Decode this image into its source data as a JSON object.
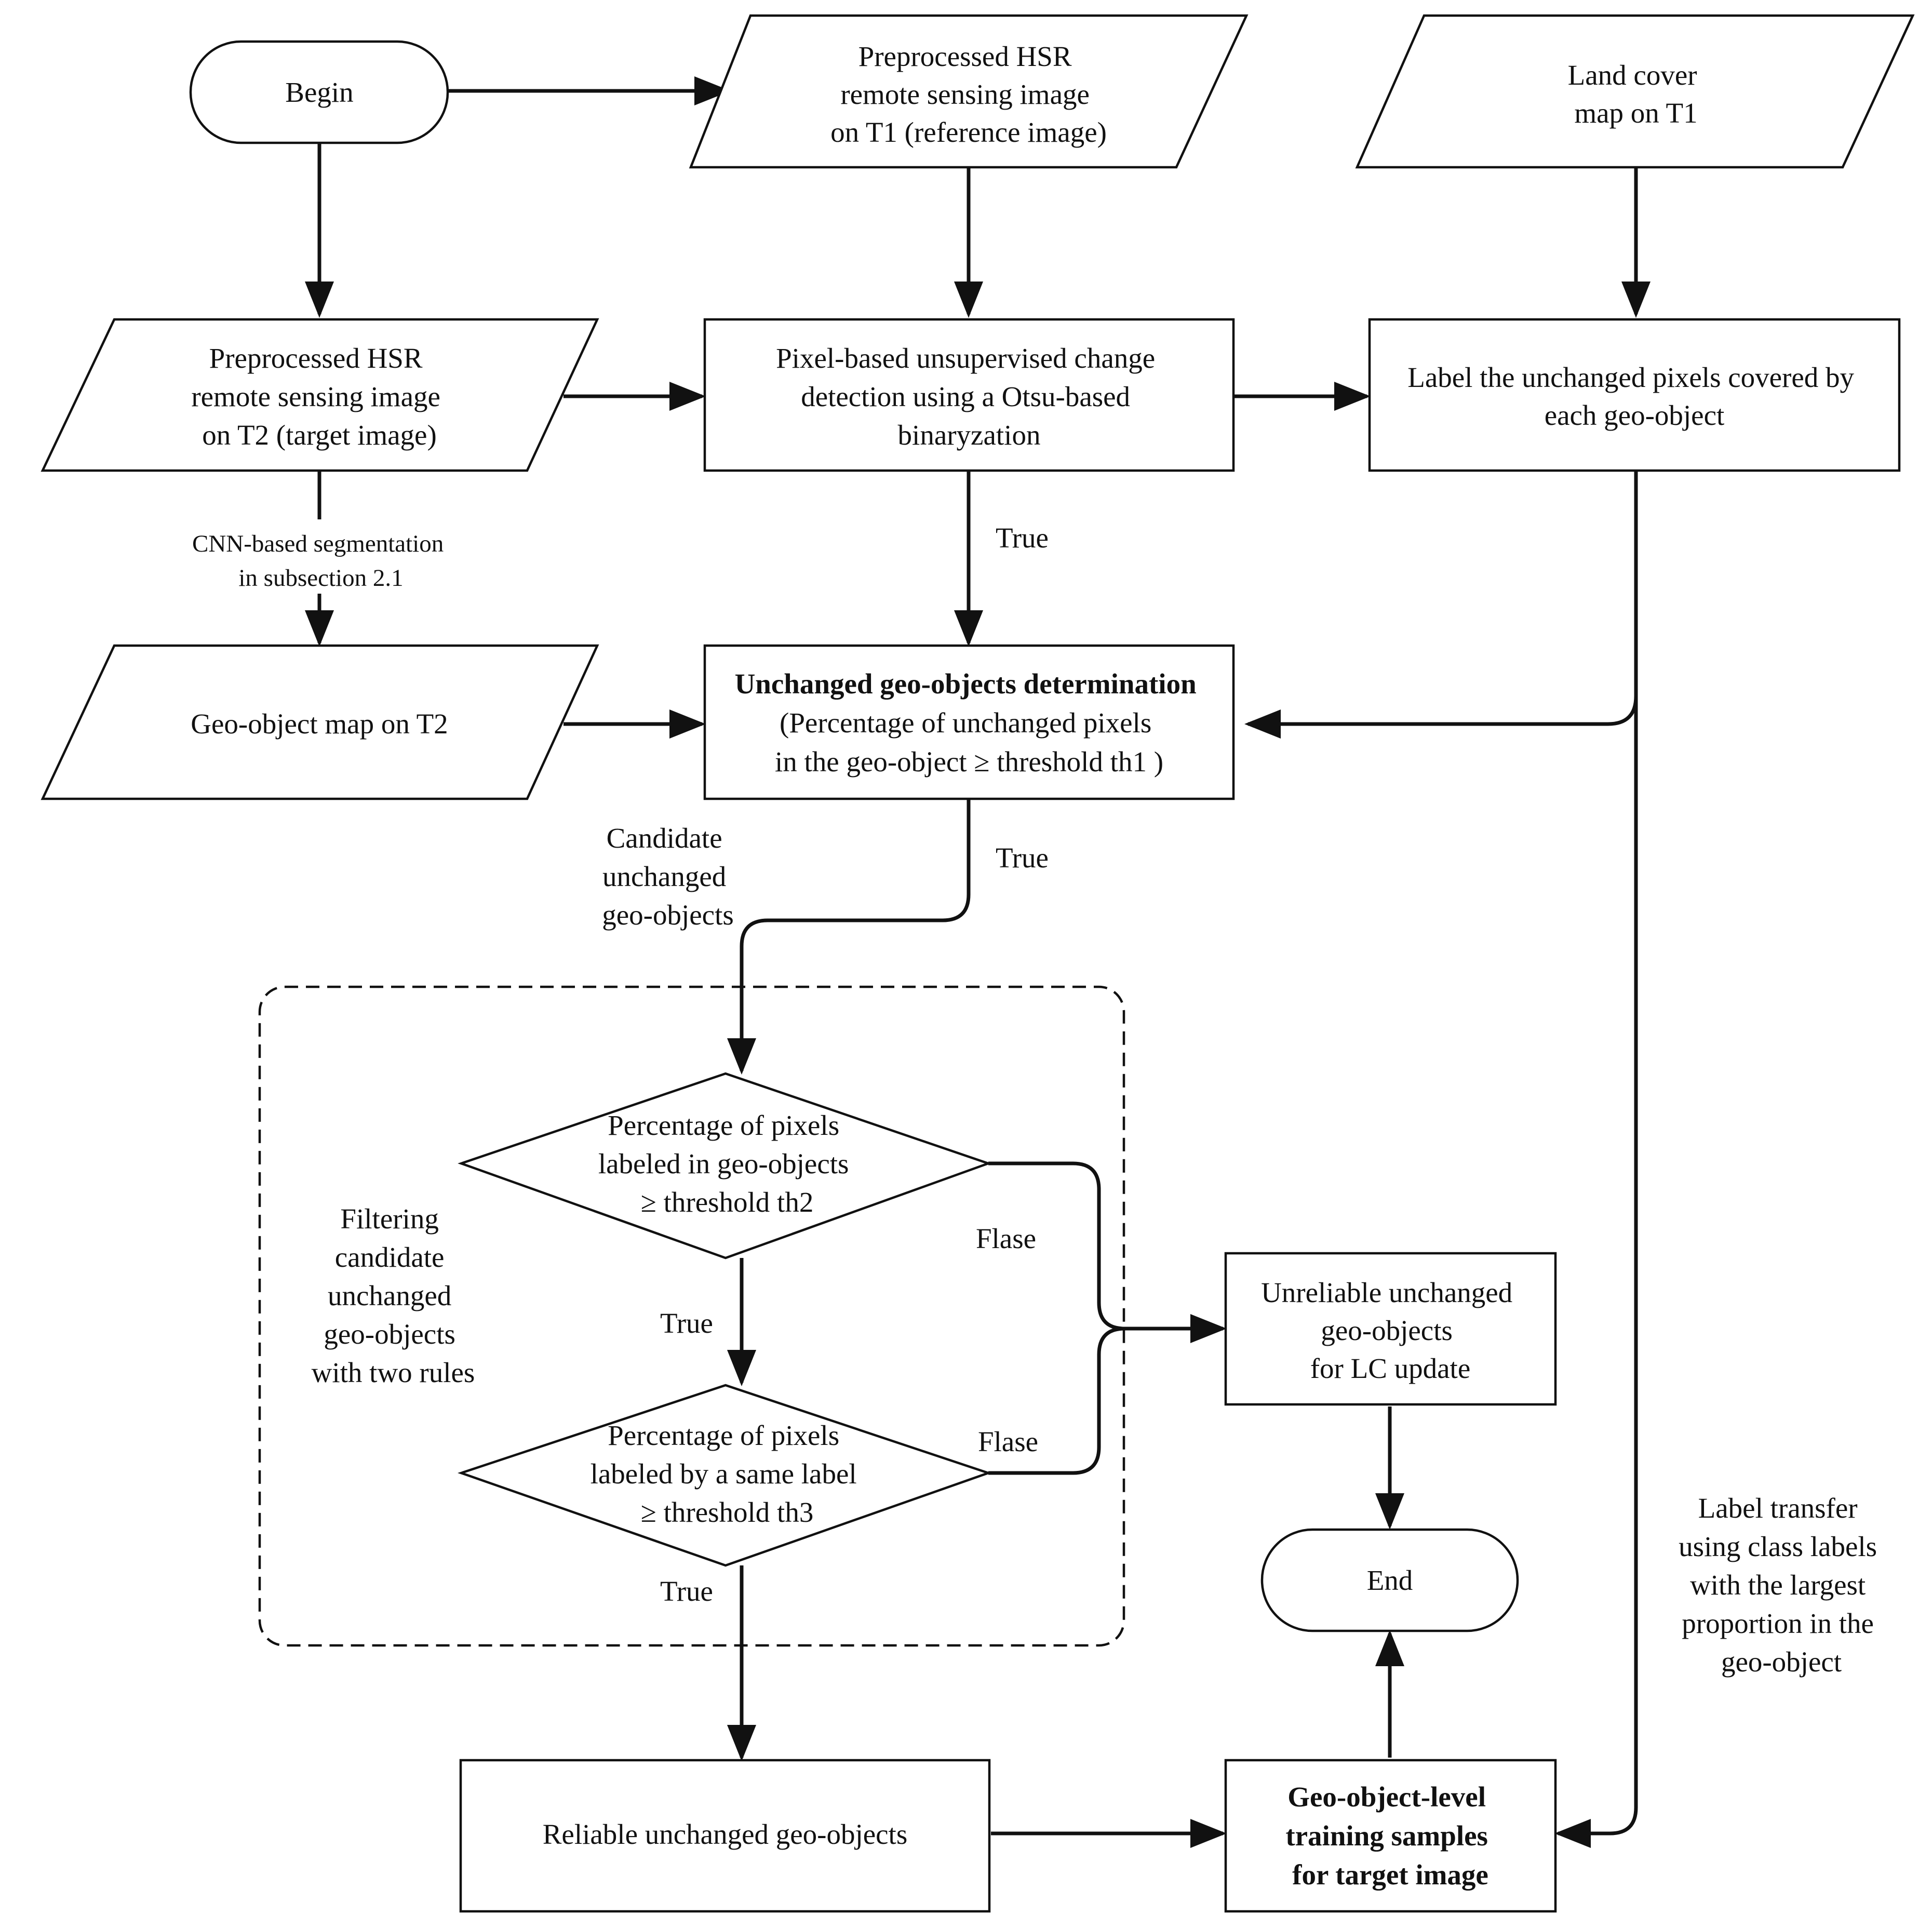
{
  "nodes": {
    "begin": {
      "lines": [
        "Begin"
      ]
    },
    "t1_image": {
      "lines": [
        "Preprocessed HSR",
        "remote sensing image",
        "on T1 (reference  image)"
      ]
    },
    "land_cover": {
      "lines": [
        "Land cover",
        "map on T1"
      ]
    },
    "t2_image": {
      "lines": [
        "Preprocessed HSR",
        "remote sensing image",
        "on T2 (target image)"
      ]
    },
    "pixel_cd": {
      "lines": [
        "Pixel-based unsupervised change",
        "detection using a Otsu-based",
        "binaryzation"
      ]
    },
    "label_unchanged": {
      "lines": [
        "Label the unchanged pixels covered by",
        "each geo-object"
      ]
    },
    "geo_object_map": {
      "lines": [
        "Geo-object map on T2"
      ]
    },
    "unchanged_det": {
      "lines": [
        "Unchanged geo-objects determination",
        "(Percentage of unchanged pixels",
        "in the geo-object  ≥ threshold th1 )"
      ]
    },
    "rule1": {
      "lines": [
        "Percentage of pixels",
        "labeled in geo-objects",
        "≥ threshold th2"
      ]
    },
    "rule2": {
      "lines": [
        "Percentage of pixels",
        "labeled by a same label",
        "≥ threshold th3"
      ]
    },
    "unreliable": {
      "lines": [
        "Unreliable unchanged",
        "geo-objects",
        "for LC update"
      ]
    },
    "end": {
      "lines": [
        "End"
      ]
    },
    "reliable": {
      "lines": [
        "Reliable unchanged geo-objects"
      ]
    },
    "training": {
      "lines": [
        "Geo-object-level",
        "training samples",
        "for target image"
      ]
    }
  },
  "labels": {
    "cnn_seg": {
      "lines": [
        "CNN-based segmentation",
        "in subsection 2.1"
      ]
    },
    "true_1": {
      "lines": [
        "True"
      ]
    },
    "true_2": {
      "lines": [
        "True"
      ]
    },
    "candidate": {
      "lines": [
        "Candidate",
        "unchanged",
        "geo-objects"
      ]
    },
    "filtering": {
      "lines": [
        "Filtering",
        "candidate",
        "unchanged",
        "geo-objects",
        "with two rules"
      ]
    },
    "false_1": {
      "lines": [
        "Flase"
      ]
    },
    "true_3": {
      "lines": [
        "True"
      ]
    },
    "false_2": {
      "lines": [
        "Flase"
      ]
    },
    "true_4": {
      "lines": [
        "True"
      ]
    },
    "label_transfer": {
      "lines": [
        "Label transfer",
        "using class labels",
        "with the largest",
        "proportion in the",
        "geo-object"
      ]
    }
  },
  "colors": {
    "ink": "#111111",
    "background": "#ffffff"
  }
}
